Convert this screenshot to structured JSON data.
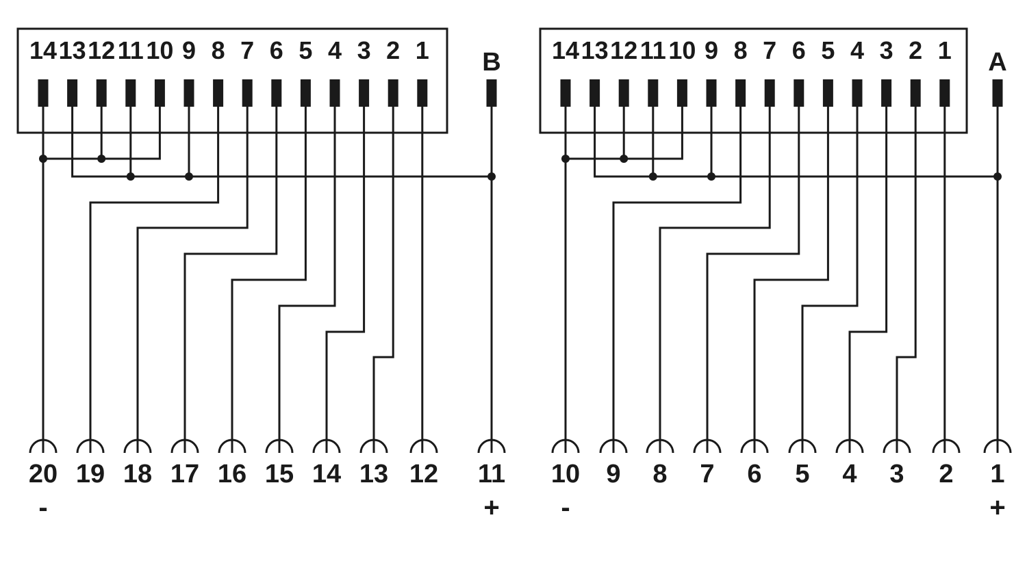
{
  "blocks": [
    {
      "id": "B",
      "connector_label": "B",
      "header_pins": [
        "14",
        "13",
        "12",
        "11",
        "10",
        "9",
        "8",
        "7",
        "6",
        "5",
        "4",
        "3",
        "2",
        "1"
      ],
      "terminals": [
        "20",
        "19",
        "18",
        "17",
        "16",
        "15",
        "14",
        "13",
        "12",
        "11"
      ],
      "minus_sign": "-",
      "plus_sign": "+"
    },
    {
      "id": "A",
      "connector_label": "A",
      "header_pins": [
        "14",
        "13",
        "12",
        "11",
        "10",
        "9",
        "8",
        "7",
        "6",
        "5",
        "4",
        "3",
        "2",
        "1"
      ],
      "terminals": [
        "10",
        "9",
        "8",
        "7",
        "6",
        "5",
        "4",
        "3",
        "2",
        "1"
      ],
      "minus_sign": "-",
      "plus_sign": "+"
    }
  ]
}
